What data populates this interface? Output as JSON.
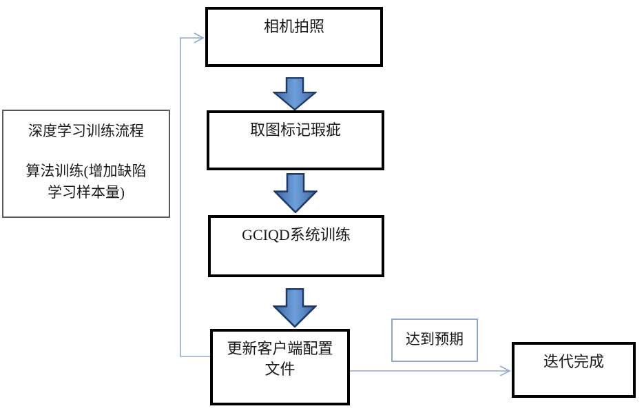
{
  "diagram": {
    "title_hint": "deep-learning training loop flowchart",
    "nodes": {
      "camera": {
        "label": "相机拍照"
      },
      "mark_defects": {
        "label": "取图标记瑕疵"
      },
      "gciqd_training": {
        "label": "GCIQD系统训练"
      },
      "update_config": {
        "label_line1": "更新客户端配置",
        "label_line2": "文件"
      },
      "iteration_done": {
        "label": "迭代完成"
      }
    },
    "note": {
      "line1": "深度学习训练流程",
      "line2": "算法训练(增加缺陷",
      "line3": "学习样本量)"
    },
    "edge_label": "达到预期",
    "colors": {
      "background": "#ffffff",
      "box_border": "#000000",
      "note_border": "#595959",
      "edge_label_border": "#8fa9cc",
      "connector_line": "#8fa9cc",
      "block_arrow_fill_dark": "#3a66a0",
      "block_arrow_fill_light": "#6fa0dc",
      "block_arrow_outline": "#1f3864"
    }
  }
}
